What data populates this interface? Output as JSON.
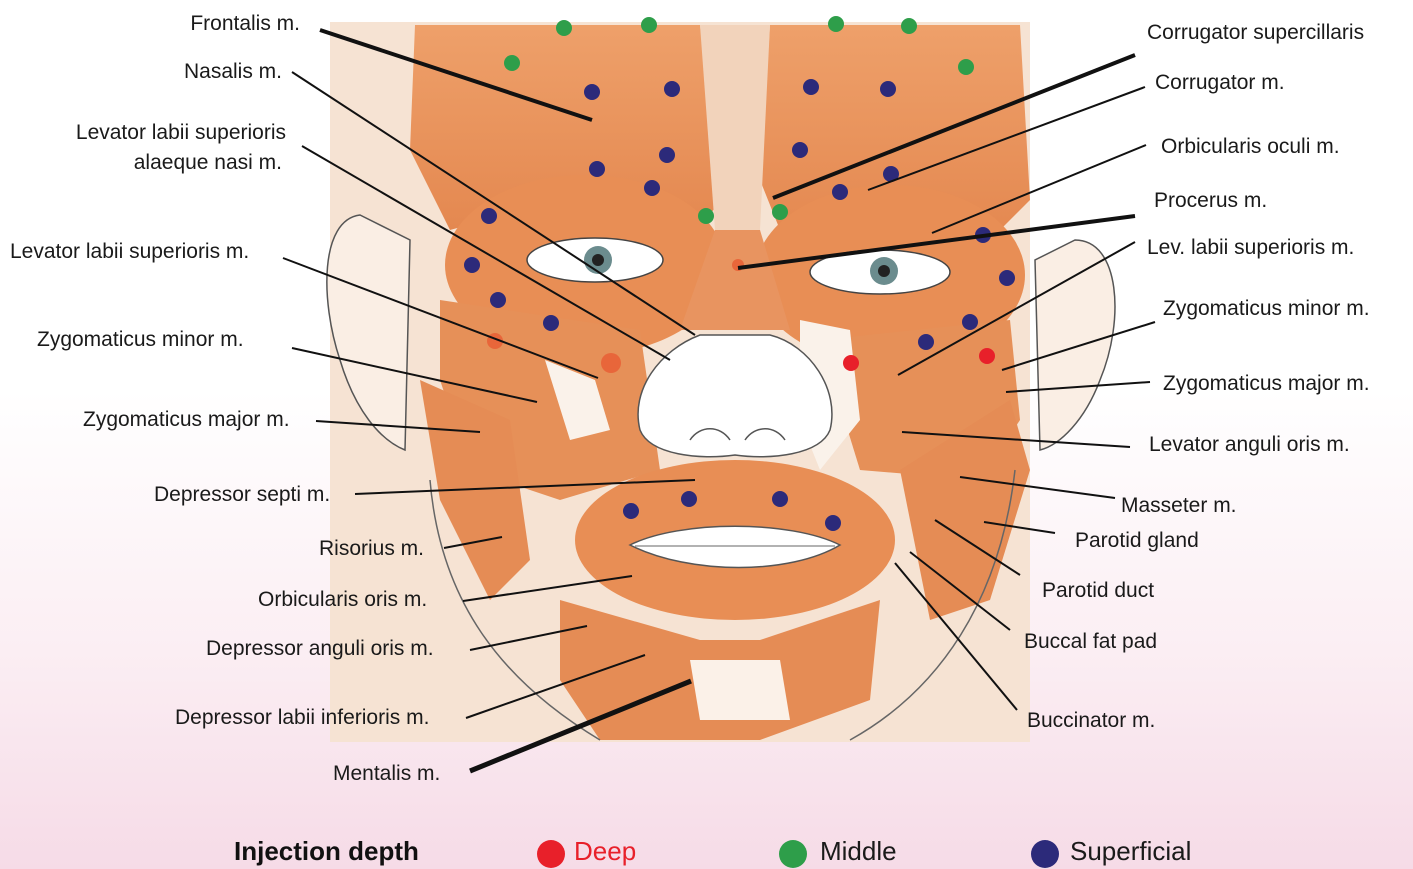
{
  "labels_left": [
    {
      "id": "frontalis",
      "text": "Frontalis m."
    },
    {
      "id": "nasalis",
      "text": "Nasalis m."
    },
    {
      "id": "llsan1",
      "text": "Levator labii superioris"
    },
    {
      "id": "llsan2",
      "text": "alaeque nasi m."
    },
    {
      "id": "lls",
      "text": "Levator labii superioris m."
    },
    {
      "id": "zygmin_l",
      "text": "Zygomaticus minor m."
    },
    {
      "id": "zygmaj_l",
      "text": "Zygomaticus major m."
    },
    {
      "id": "depsepti",
      "text": "Depressor septi m."
    },
    {
      "id": "risorius",
      "text": "Risorius m."
    },
    {
      "id": "orboris",
      "text": "Orbicularis oris m."
    },
    {
      "id": "depang",
      "text": "Depressor anguli oris m."
    },
    {
      "id": "deplab",
      "text": "Depressor labii inferioris m."
    },
    {
      "id": "mentalis",
      "text": "Mentalis m."
    }
  ],
  "labels_right": [
    {
      "id": "corrsup",
      "text": "Corrugator supercillaris"
    },
    {
      "id": "corr",
      "text": "Corrugator m."
    },
    {
      "id": "orboc",
      "text": "Orbicularis oculi m."
    },
    {
      "id": "procerus",
      "text": "Procerus m."
    },
    {
      "id": "levlab",
      "text": "Lev. labii superioris m."
    },
    {
      "id": "zygmin_r",
      "text": "Zygomaticus minor m."
    },
    {
      "id": "zygmaj_r",
      "text": "Zygomaticus major m."
    },
    {
      "id": "levang",
      "text": "Levator anguli oris m."
    },
    {
      "id": "masseter",
      "text": "Masseter m."
    },
    {
      "id": "parotid",
      "text": "Parotid gland"
    },
    {
      "id": "parduct",
      "text": "Parotid duct"
    },
    {
      "id": "buccalfat",
      "text": "Buccal fat pad"
    },
    {
      "id": "buccinator",
      "text": "Buccinator m."
    }
  ],
  "legend": {
    "title": "Injection depth",
    "items": [
      {
        "label": "Deep",
        "color": "#e8202a",
        "text_color": "#e8202a"
      },
      {
        "label": "Middle",
        "color": "#2e9e4a",
        "text_color": "#1a1a1a"
      },
      {
        "label": "Superficial",
        "color": "#2c2a7a",
        "text_color": "#1a1a1a"
      }
    ]
  },
  "colors": {
    "muscle": "#e8935a",
    "muscle_dark": "#c8683a",
    "skin_bg": "#f7e6d6",
    "deep": "#e8202a",
    "deep_orange": "#e8663a",
    "middle": "#2e9e4a",
    "superficial": "#2c2a7a"
  }
}
